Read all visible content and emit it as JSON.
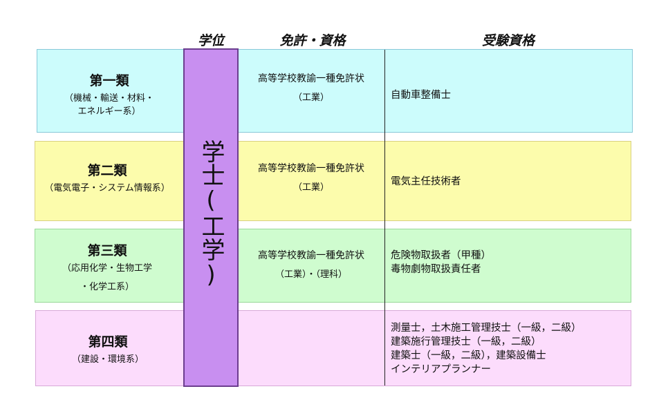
{
  "headers": {
    "degree": "学位",
    "license": "免許・資格",
    "qualification": "受験資格"
  },
  "degree_label": "学士(工学)",
  "rows": [
    {
      "title": "第一類",
      "subtitle_lines": [
        "（機械・輸送・材料・",
        "エネルギー系）"
      ],
      "license_lines": [
        "高等学校教諭一種免許状",
        "（工業）"
      ],
      "qualifications": "自動車整備士",
      "color": "#ccfcfc",
      "border": "#88c8d8"
    },
    {
      "title": "第二類",
      "subtitle_lines": [
        "（電気電子・システム情報系）"
      ],
      "license_lines": [
        "高等学校教諭一種免許状",
        "（工業）"
      ],
      "qualifications": "電気主任技術者",
      "color": "#fcfcac",
      "border": "#d8d080"
    },
    {
      "title": "第三類",
      "subtitle_lines": [
        "（応用化学・生物工学",
        "・化学工系）"
      ],
      "license_lines": [
        "高等学校教諭一種免許状",
        "（工業）・（理科）"
      ],
      "qualifications": "危険物取扱者（甲種）\n毒物劇物取扱責任者",
      "color": "#cffccf",
      "border": "#98d898"
    },
    {
      "title": "第四類",
      "subtitle_lines": [
        "（建設・環境系）"
      ],
      "license_lines": [],
      "qualifications": "測量士，土木施工管理技士（一級，二級）\n建築施行管理技士（一級，二級）\n建築士（一級，二級），建築設備士\nインテリアプランナー",
      "color": "#fcdcfc",
      "border": "#d8a8d8"
    }
  ]
}
